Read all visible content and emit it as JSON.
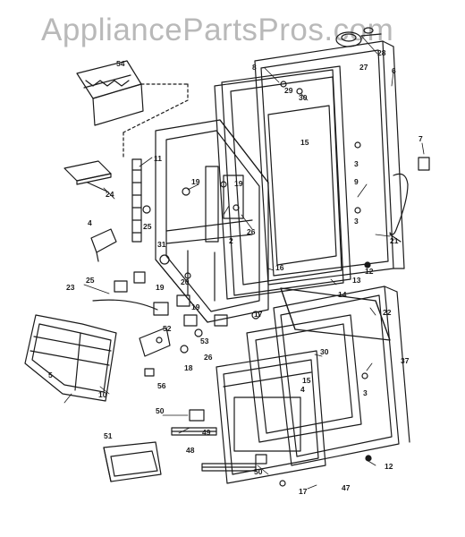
{
  "watermark": {
    "text": "AppliancePartsPros.com"
  },
  "colors": {
    "ink": "#1a1a1a",
    "watermark": "#b9b9b9",
    "background": "#ffffff"
  },
  "callouts": [
    "28",
    "27",
    "6",
    "8",
    "29",
    "30",
    "15",
    "3",
    "7",
    "54",
    "11",
    "19",
    "19",
    "24",
    "9",
    "3",
    "4",
    "25",
    "2",
    "26",
    "21",
    "12",
    "31",
    "20",
    "16",
    "14",
    "13",
    "25",
    "19",
    "23",
    "17",
    "22",
    "19",
    "52",
    "53",
    "26",
    "30",
    "37",
    "5",
    "18",
    "56",
    "15",
    "4",
    "3",
    "10",
    "50",
    "49",
    "48",
    "50",
    "51",
    "12",
    "17",
    "47"
  ]
}
